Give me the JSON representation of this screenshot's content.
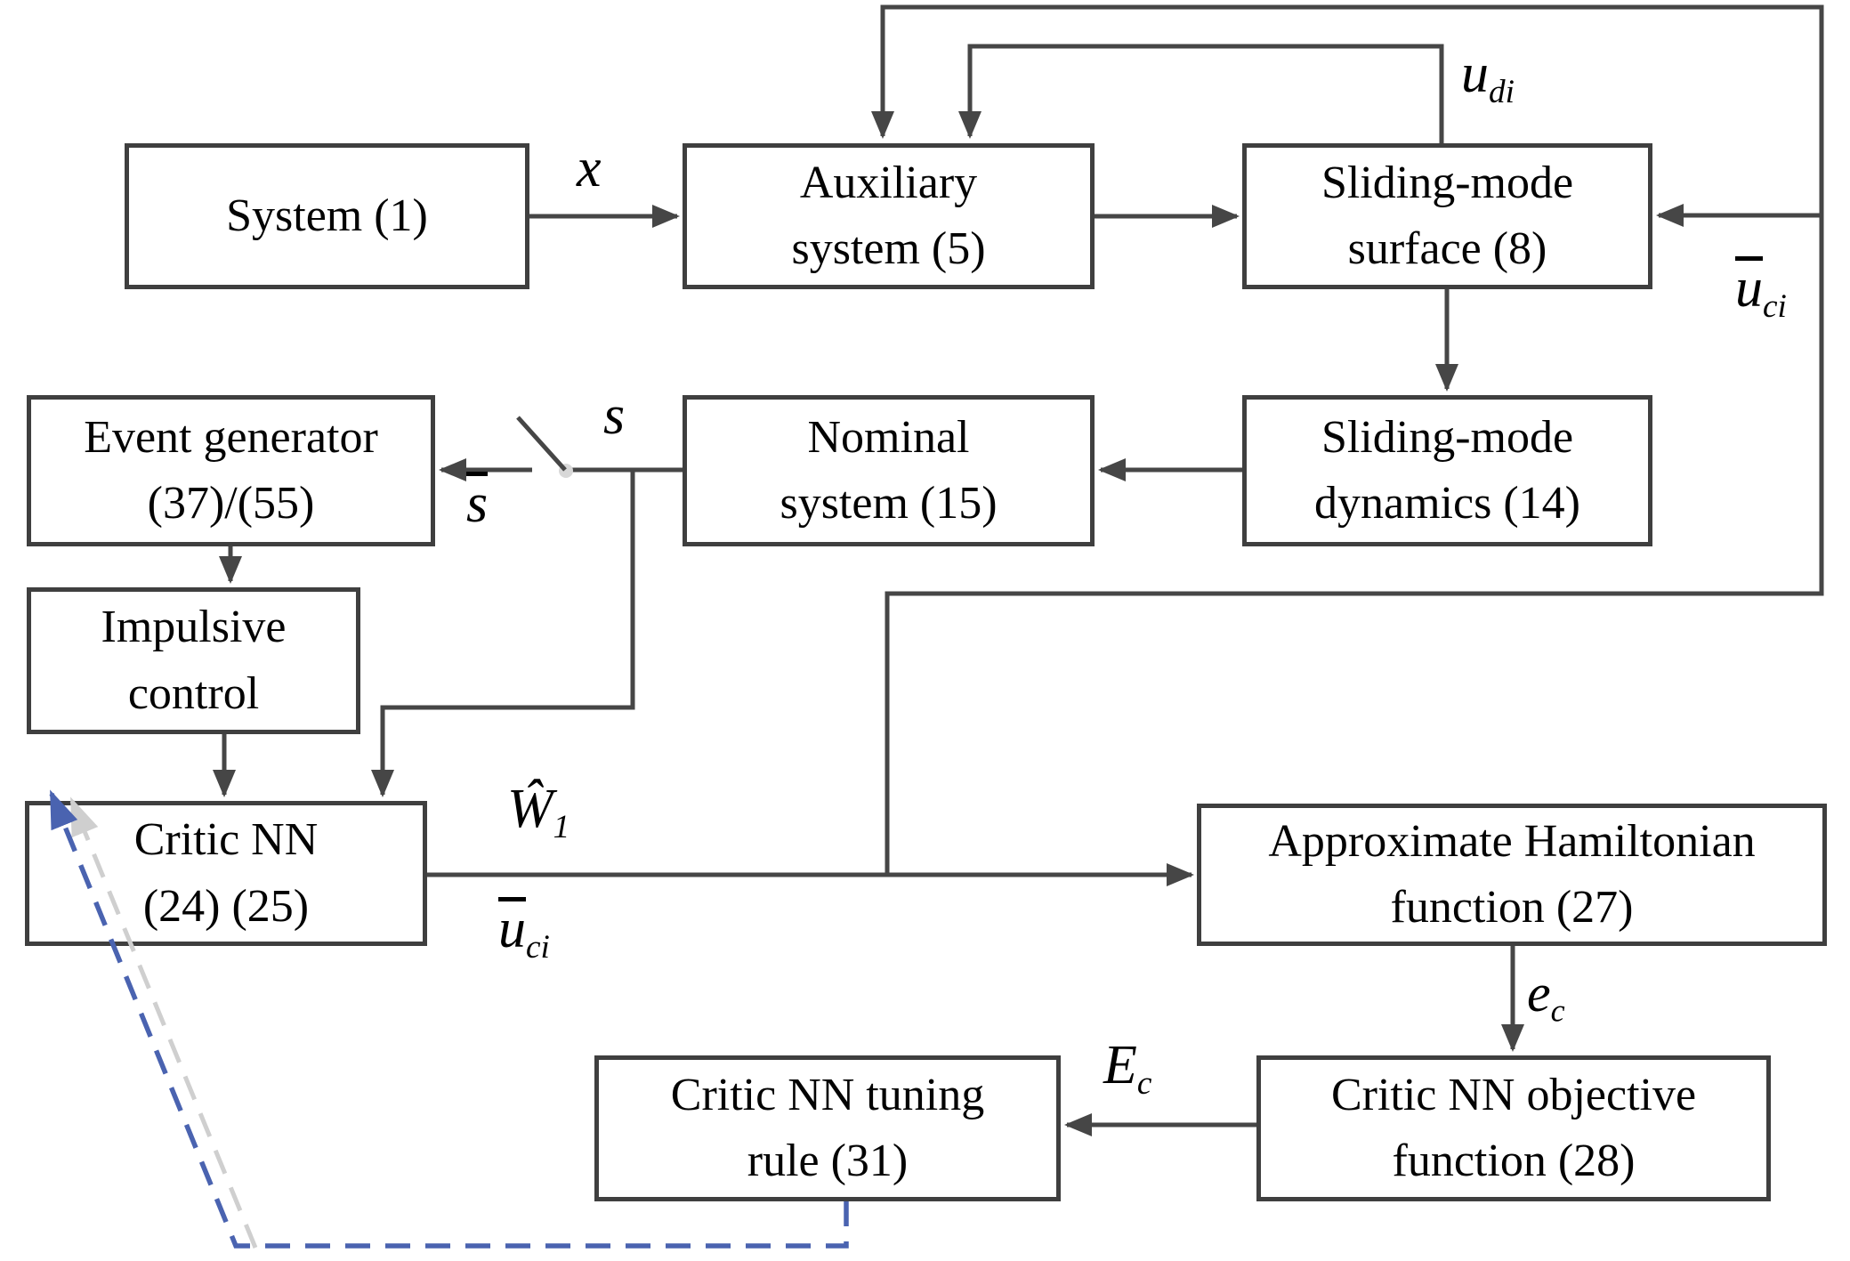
{
  "diagram": {
    "boxes": {
      "system": {
        "lines": [
          "System (1)"
        ]
      },
      "auxiliary": {
        "lines": [
          "Auxiliary",
          "system (5)"
        ]
      },
      "sm_surface": {
        "lines": [
          "Sliding-mode",
          "surface (8)"
        ]
      },
      "event_gen": {
        "lines": [
          "Event generator",
          "(37)/(55)"
        ]
      },
      "nominal": {
        "lines": [
          "Nominal",
          "system (15)"
        ]
      },
      "sm_dynamics": {
        "lines": [
          "Sliding-mode",
          "dynamics (14)"
        ]
      },
      "impulsive": {
        "lines": [
          "Impulsive",
          "control"
        ]
      },
      "critic_nn": {
        "lines": [
          "Critic NN",
          "(24) (25)"
        ]
      },
      "hamiltonian": {
        "lines": [
          "Approximate Hamiltonian",
          "function (27)"
        ]
      },
      "tuning_rule": {
        "lines": [
          "Critic NN tuning",
          "rule (31)"
        ]
      },
      "objective": {
        "lines": [
          "Critic NN objective",
          "function (28)"
        ]
      }
    },
    "labels": {
      "x": {
        "base": "x",
        "sub": ""
      },
      "u_di": {
        "base": "u",
        "sub": "di"
      },
      "u_ci_right": {
        "base": "u",
        "sub": "ci"
      },
      "s": {
        "base": "s",
        "sub": ""
      },
      "s_bar": {
        "base": "s",
        "sub": ""
      },
      "w_hat_1": {
        "base": "Ŵ",
        "sub": "1"
      },
      "u_ci_out": {
        "base": "u",
        "sub": "ci"
      },
      "e_c": {
        "base": "e",
        "sub": "c"
      },
      "E_c": {
        "base": "E",
        "sub": "c"
      }
    },
    "colors": {
      "wire": "#464646",
      "box_border": "#3f3f3f",
      "text": "#030303",
      "feedback_dashed": "#4a63b0",
      "dash_shadow": "#cfcfcf",
      "switch_hinge": "#d8d8d8",
      "background": "#ffffff"
    }
  }
}
